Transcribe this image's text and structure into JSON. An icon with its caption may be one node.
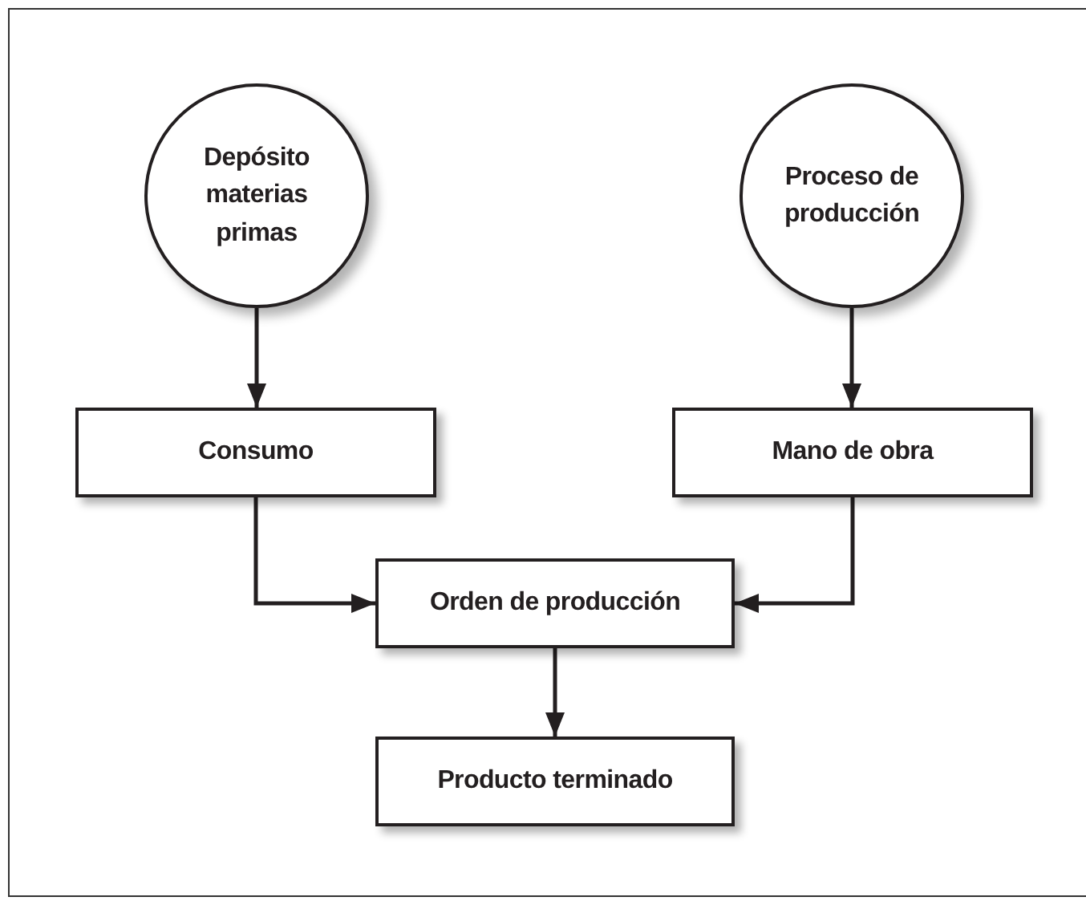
{
  "diagram": {
    "nodes": [
      {
        "text": [
          "Depósito materias primas"
        ]
      },
      {
        "text": [
          "Proceso de producción"
        ]
      },
      {
        "text": [
          "Consumo"
        ]
      },
      {
        "text": [
          "Mano de obra"
        ]
      },
      {
        "text": [
          "Orden de producción"
        ]
      },
      {
        "text": [
          "Producto terminado"
        ]
      }
    ],
    "edges": [
      {
        "from": 0,
        "to": 2,
        "arrow": "to"
      },
      {
        "from": 1,
        "to": 3,
        "arrow": "to"
      },
      {
        "from": 2,
        "to": 4,
        "arrow": "to"
      },
      {
        "from": 3,
        "to": 4,
        "arrow": "to"
      },
      {
        "from": 4,
        "to": 5,
        "arrow": "to"
      }
    ]
  }
}
